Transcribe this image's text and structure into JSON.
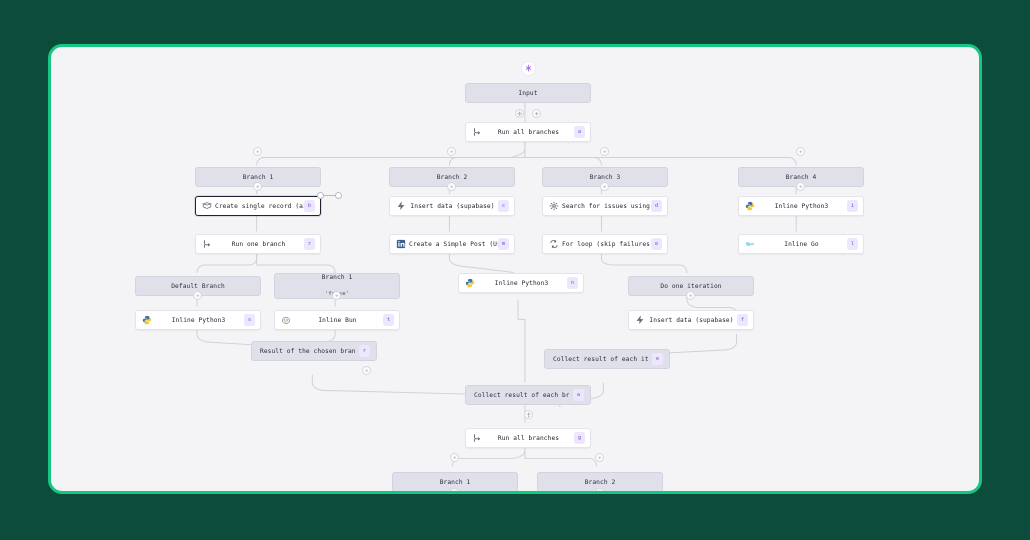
{
  "theme": {
    "page_background": "#0b4d3a",
    "frame_border": "#18c684",
    "canvas_background": "#f4f4f6",
    "node_gray": "#dfe0ea",
    "node_white": "#ffffff",
    "badge_bg": "#ece7fd",
    "badge_fg": "#7c4ddb",
    "selected_border": "#1e2235"
  },
  "graph": {
    "title_icon": "windmill-logo-icon",
    "nodes": [
      {
        "id": "input",
        "label": "Input",
        "badge": "",
        "icon": "",
        "kind": "gray"
      },
      {
        "id": "run-all-1",
        "label": "Run all branches",
        "badge": "a",
        "icon": "branch-all-icon",
        "kind": "white"
      },
      {
        "id": "branch-1-top",
        "label": "Branch 1",
        "badge": "",
        "icon": "",
        "kind": "gray"
      },
      {
        "id": "branch-2-top",
        "label": "Branch 2",
        "badge": "",
        "icon": "",
        "kind": "gray"
      },
      {
        "id": "branch-3-top",
        "label": "Branch 3",
        "badge": "",
        "icon": "",
        "kind": "gray"
      },
      {
        "id": "branch-4-top",
        "label": "Branch 4",
        "badge": "",
        "icon": "",
        "kind": "gray"
      },
      {
        "id": "airtable",
        "label": "Create single record (airtable)",
        "badge": "b",
        "icon": "airtable-icon",
        "kind": "white",
        "selected": true
      },
      {
        "id": "supabase-1",
        "label": "Insert data (supabase)",
        "badge": "c",
        "icon": "supabase-icon",
        "kind": "white"
      },
      {
        "id": "jira",
        "label": "Search for issues using JQL (...",
        "badge": "d",
        "icon": "jira-icon",
        "kind": "white"
      },
      {
        "id": "python-branch4",
        "label": "Inline Python3",
        "badge": "i",
        "icon": "python-icon",
        "kind": "white"
      },
      {
        "id": "run-one-branch",
        "label": "Run one branch",
        "badge": "r",
        "icon": "branch-one-icon",
        "kind": "white"
      },
      {
        "id": "linkedin",
        "label": "Create a Simple Post (User) (...",
        "badge": "m",
        "icon": "linkedin-icon",
        "kind": "white"
      },
      {
        "id": "for-loop",
        "label": "For loop (skip failures)",
        "badge": "e",
        "icon": "loop-icon",
        "kind": "white"
      },
      {
        "id": "inline-go",
        "label": "Inline Go",
        "badge": "l",
        "icon": "go-icon",
        "kind": "white"
      },
      {
        "id": "default-branch",
        "label": "Default Branch",
        "badge": "",
        "icon": "",
        "kind": "gray"
      },
      {
        "id": "branch-1-false",
        "label": "Branch 1",
        "sublabel": "'false'",
        "badge": "",
        "icon": "",
        "kind": "gray"
      },
      {
        "id": "python-mid",
        "label": "Inline Python3",
        "badge": "n",
        "icon": "python-icon",
        "kind": "white"
      },
      {
        "id": "do-one-iteration",
        "label": "Do one iteration",
        "badge": "",
        "icon": "",
        "kind": "gray"
      },
      {
        "id": "python-left",
        "label": "Inline Python3",
        "badge": "s",
        "icon": "python-icon",
        "kind": "white"
      },
      {
        "id": "inline-bun",
        "label": "Inline Bun",
        "badge": "t",
        "icon": "bun-icon",
        "kind": "white"
      },
      {
        "id": "supabase-2",
        "label": "Insert data (supabase)",
        "badge": "f",
        "icon": "supabase-icon",
        "kind": "white"
      },
      {
        "id": "result-chosen",
        "label": "Result of the chosen branch",
        "badge": "r",
        "icon": "",
        "kind": "gray"
      },
      {
        "id": "collect-iter",
        "label": "Collect result of each iterat",
        "badge": "e",
        "icon": "",
        "kind": "gray"
      },
      {
        "id": "collect-branch",
        "label": "Collect result of each branch",
        "badge": "a",
        "icon": "",
        "kind": "gray"
      },
      {
        "id": "run-all-2",
        "label": "Run all branches",
        "badge": "g",
        "icon": "branch-all-icon",
        "kind": "white"
      },
      {
        "id": "branch-1-bot",
        "label": "Branch 1",
        "badge": "",
        "icon": "",
        "kind": "gray"
      },
      {
        "id": "branch-2-bot",
        "label": "Branch 2",
        "badge": "",
        "icon": "",
        "kind": "gray"
      }
    ],
    "connectors": [
      {
        "id": "c-input-move",
        "icon": "move-handle-icon"
      },
      {
        "id": "c-input-add",
        "icon": "plus-icon"
      }
    ]
  }
}
